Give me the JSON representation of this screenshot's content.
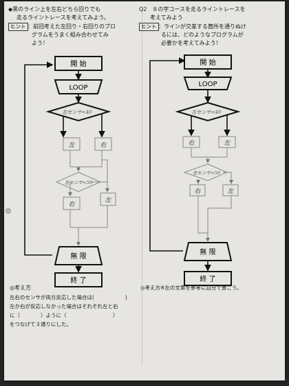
{
  "left": {
    "title1": "◆黒のライン上を左右どちら回りでも",
    "title2": "走るライントレースを考えてみよう。",
    "hint_label": "ヒント",
    "hint1": "：前回考えた左回り・右回りのプロ",
    "hint2": "グラムをうまく組み合わせてみ",
    "hint3": "よう！",
    "flow": {
      "start": "開 始",
      "loop": "LOOP",
      "cond1": "左センサ<40",
      "left1": "左",
      "right1": "右",
      "cond2": "左センサ<50",
      "right2": "右",
      "left2": "左",
      "infinite": "無 限",
      "end": "終 了"
    },
    "approach_title": "◎考え方",
    "approach1": "左右のセンサが両方反応した場合は(　　　　　　)",
    "approach2": "左か右が反応しなかった場合はそれぞれ左と右",
    "approach3": "に（　　　　）ように（　　　　　　　　　）",
    "approach4": "をつなげて３通りにした。"
  },
  "right": {
    "title1": "Q2　８の字コースを走るライントレースを",
    "title2": "考えてみよう",
    "hint_label": "ヒント",
    "hint1": "：ラインが交差する箇所を通りぬけ",
    "hint2": "るには、どのようなプログラムが",
    "hint3": "必要かを考えてみよう！",
    "flow": {
      "start": "開 始",
      "loop": "LOOP",
      "cond1": "左センサ<40",
      "right1": "右",
      "left1": "左",
      "cond2": "左センサ<50",
      "right2": "右",
      "left2": "左",
      "infinite": "無 限",
      "end": "終 了"
    },
    "approach": "◎考え方※左の文章を参考に自分で書こう。"
  }
}
